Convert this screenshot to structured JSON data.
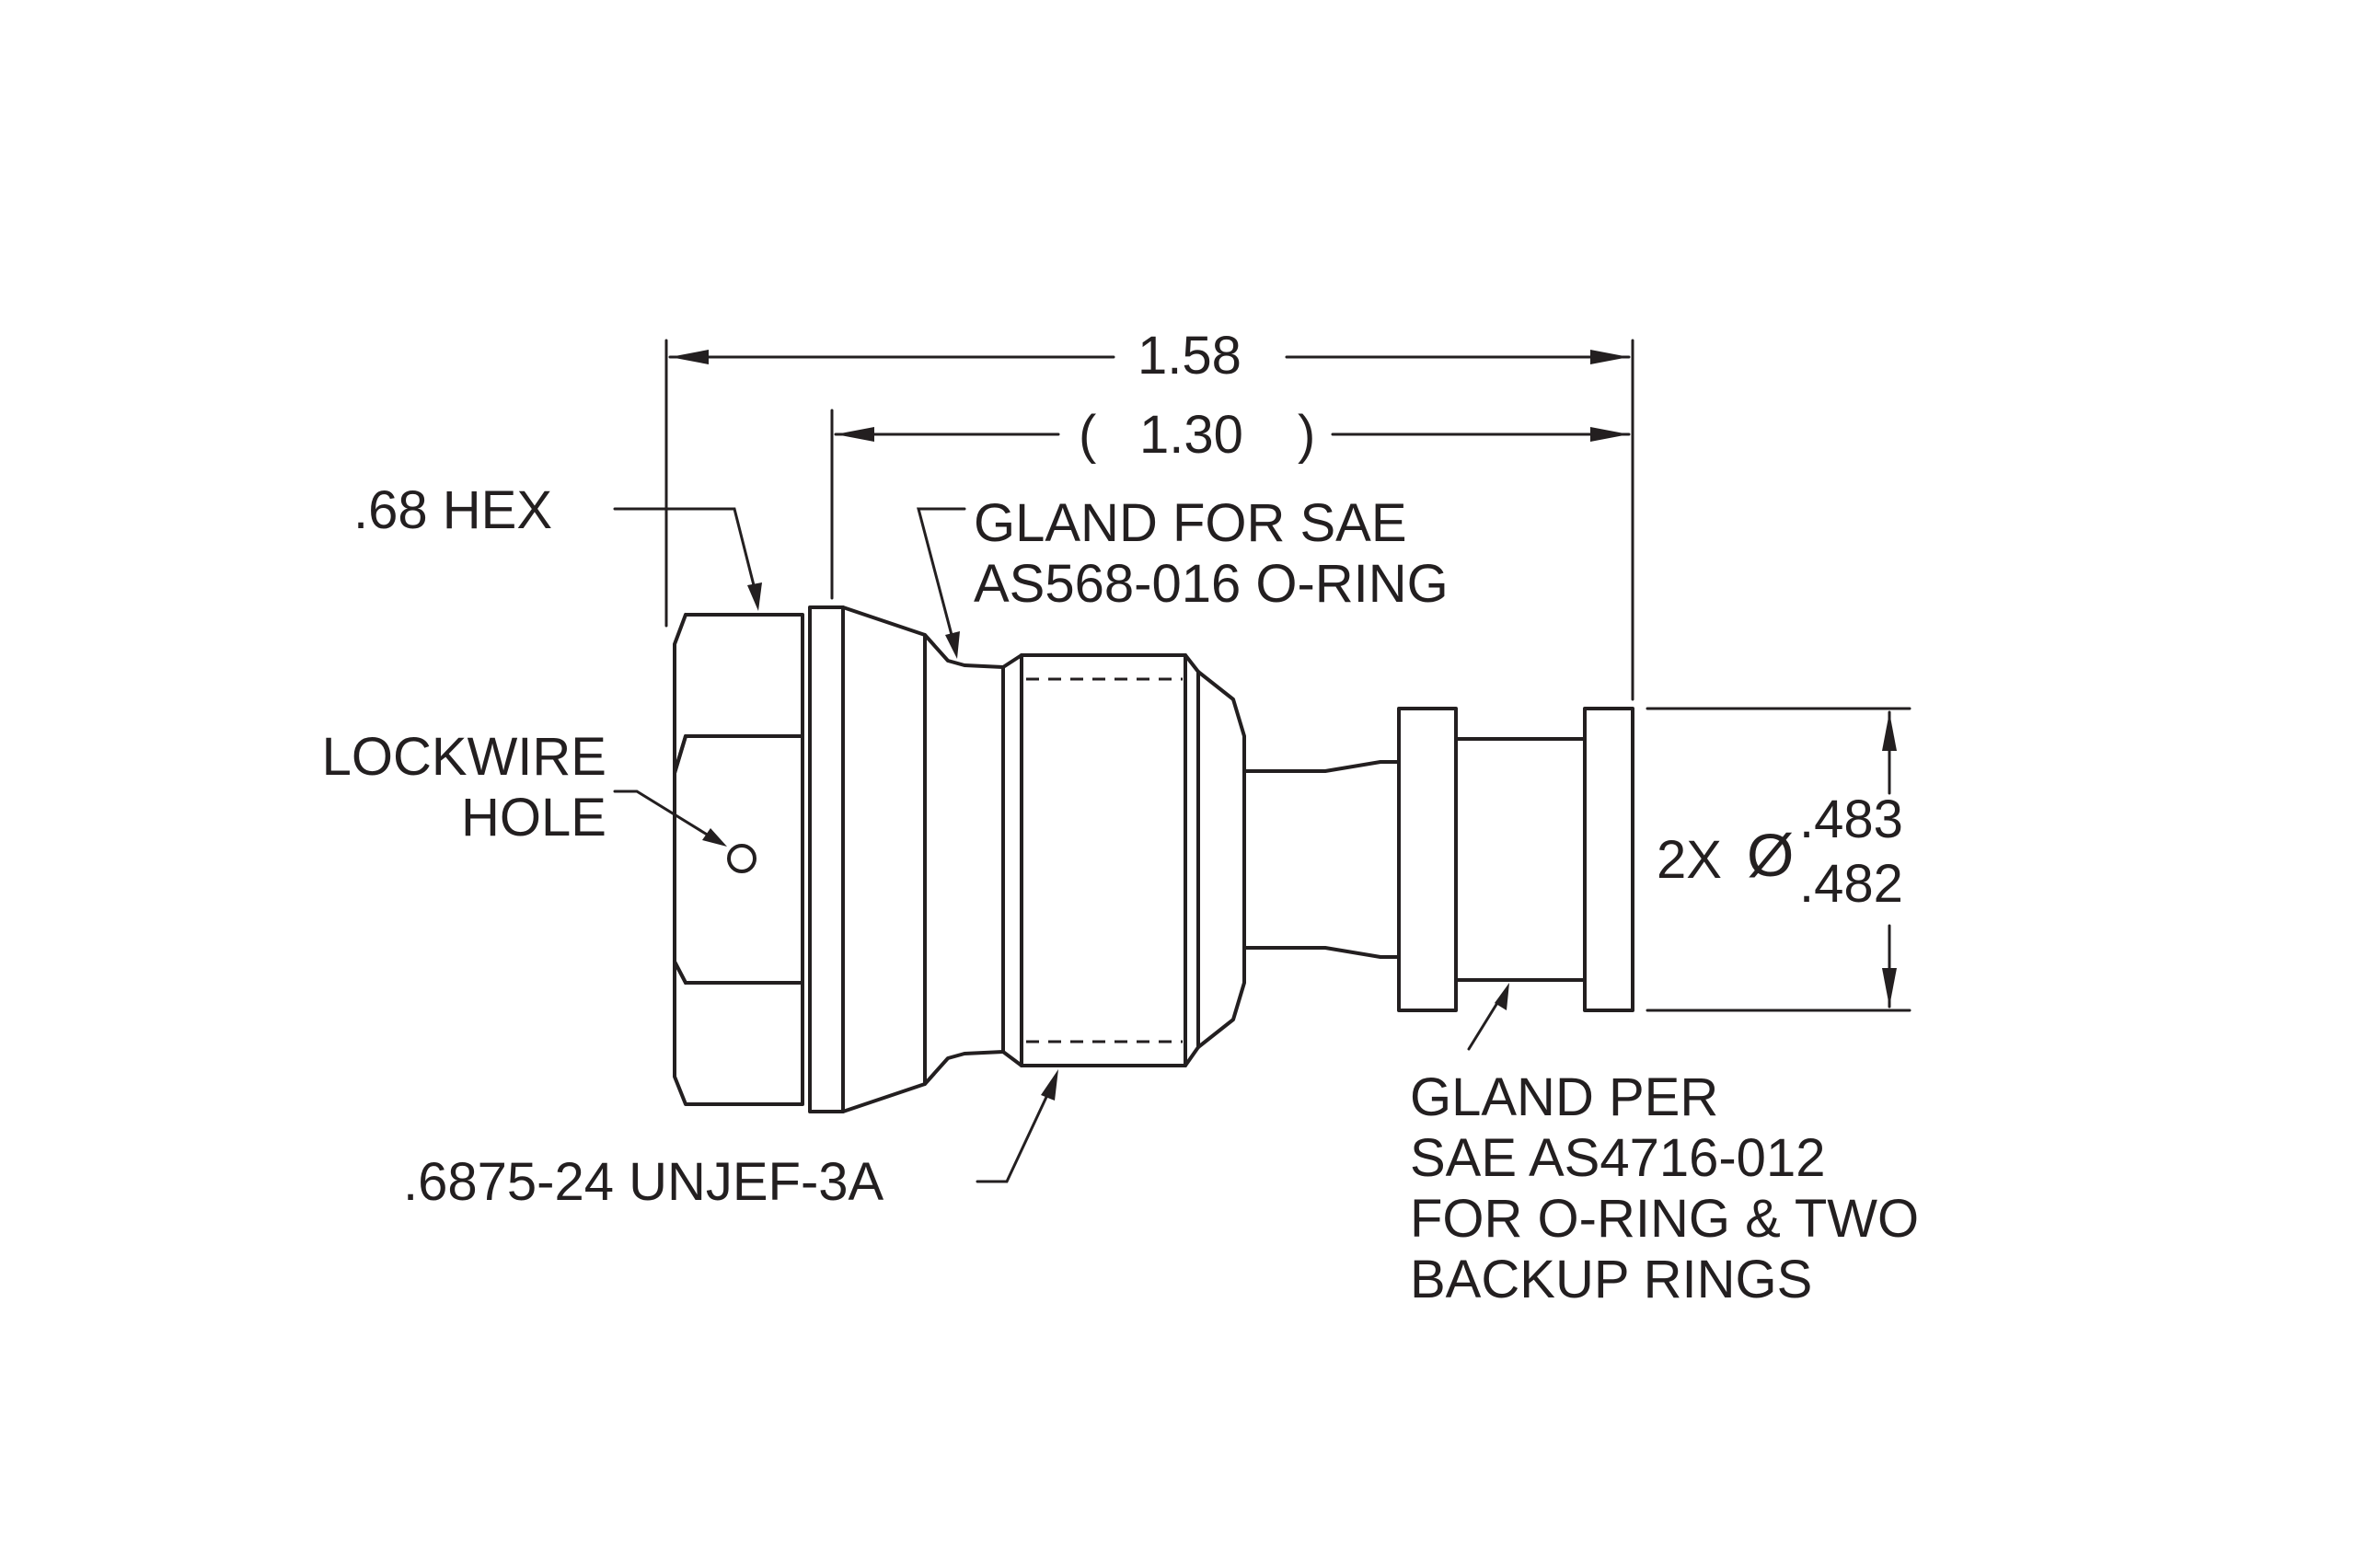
{
  "dimensions": {
    "overall_length": "1.58",
    "reference_length": "1.30",
    "reference_open": "(",
    "reference_close": ")",
    "diameter_count": "2X",
    "diameter_symbol": "Ø",
    "diameter_max": ".483",
    "diameter_min": ".482"
  },
  "callouts": {
    "hex": ".68 HEX",
    "lockwire_hole": "LOCKWIRE\nHOLE",
    "gland_sae": "GLAND FOR SAE\nAS568-016 O-RING",
    "thread": ".6875-24 UNJEF-3A",
    "gland_per": "GLAND PER\nSAE AS4716-012\nFOR O-RING & TWO\nBACKUP RINGS"
  }
}
